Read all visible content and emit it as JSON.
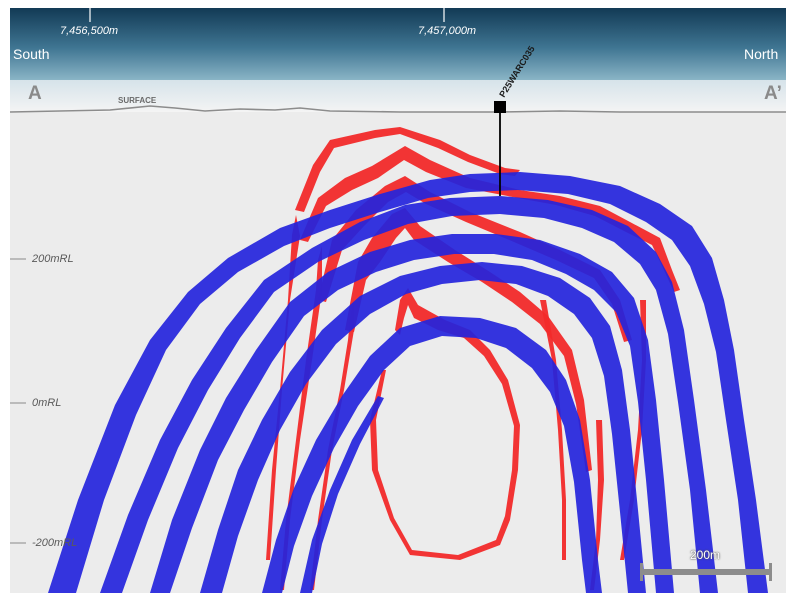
{
  "header": {
    "eastings": [
      "7,456,500m",
      "7,457,000m"
    ],
    "south_label": "South",
    "north_label": "North",
    "section_start": "A",
    "section_end": "A’",
    "surface_label": "SURFACE"
  },
  "drillhole": {
    "name": "P25WARC035"
  },
  "rl_labels": [
    "200mRL",
    "0mRL",
    "-200mRL"
  ],
  "scale_bar": {
    "label": "200m"
  },
  "colors": {
    "header_top": "#143f5c",
    "header_bottom": "#7aa8bc",
    "background": "#ececec",
    "red_lode": "#f22a2a",
    "blue_lode": "#2424dc",
    "collar": "#000000",
    "scale_bar": "#8c8c8c"
  }
}
